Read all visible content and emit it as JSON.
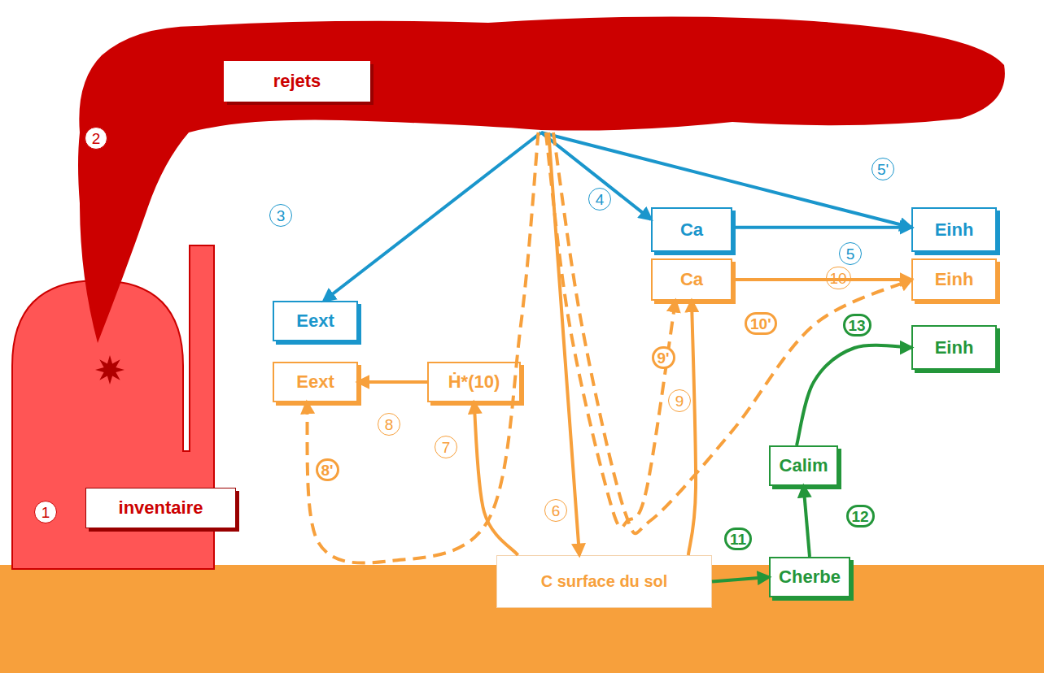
{
  "diagram": {
    "nodes": [
      {
        "text": [
          "rejets"
        ]
      },
      {
        "text": [
          "inventaire"
        ]
      },
      {
        "text": [
          "Eext"
        ]
      },
      {
        "text": [
          "Ca"
        ]
      },
      {
        "text": [
          "Einh"
        ]
      },
      {
        "text": [
          "Ca"
        ]
      },
      {
        "text": [
          "Einh"
        ]
      },
      {
        "text": [
          "Eext"
        ]
      },
      {
        "text": [
          "Ḣ*(10)"
        ]
      },
      {
        "text": [
          "Einh"
        ]
      },
      {
        "text": [
          "Calim"
        ]
      },
      {
        "text": [
          "C surface du sol"
        ]
      },
      {
        "text": [
          "Cherbe"
        ]
      }
    ],
    "edges": [
      {
        "from": 0,
        "to": 2,
        "arrow": "to",
        "label": "3"
      },
      {
        "from": 0,
        "to": 3,
        "arrow": "to",
        "label": "4"
      },
      {
        "from": 0,
        "to": 4,
        "arrow": "to",
        "label": "5'"
      },
      {
        "from": 3,
        "to": 4,
        "arrow": "to",
        "label": "5"
      },
      {
        "from": 0,
        "to": 11,
        "arrow": "to",
        "label": "6"
      },
      {
        "from": 0,
        "to": 7,
        "arrow": "to",
        "label": "8'"
      },
      {
        "from": 0,
        "to": 5,
        "arrow": "to",
        "label": "9'"
      },
      {
        "from": 0,
        "to": 6,
        "arrow": "to",
        "label": "10'"
      },
      {
        "from": 11,
        "to": 8,
        "arrow": "to",
        "label": "7"
      },
      {
        "from": 8,
        "to": 7,
        "arrow": "to",
        "label": "8"
      },
      {
        "from": 11,
        "to": 5,
        "arrow": "to",
        "label": "9"
      },
      {
        "from": 5,
        "to": 6,
        "arrow": "to",
        "label": "10"
      },
      {
        "from": 11,
        "to": 12,
        "arrow": "to",
        "label": "11"
      },
      {
        "from": 12,
        "to": 10,
        "arrow": "to",
        "label": "12"
      },
      {
        "from": 10,
        "to": 9,
        "arrow": "to",
        "label": "13"
      }
    ],
    "labels": [
      "1",
      "2"
    ]
  }
}
